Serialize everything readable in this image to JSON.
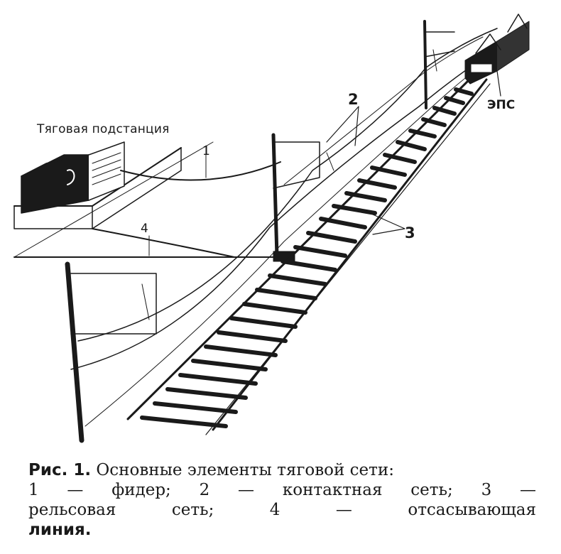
{
  "labels": {
    "substation": "Тяговая подстанция",
    "feeder_num": "1",
    "contact_num": "2",
    "rail_num": "3",
    "return_num": "4",
    "eps": "ЭПС"
  },
  "caption": {
    "head": "Рис. 1.",
    "line1_rest": "Основные элементы тяговой сети:",
    "line2": "1 — фидер;   2 — контактная сеть;   3 —",
    "line3": "рельсовая   сеть;   4 — отсасывающая",
    "line4": "линия."
  }
}
